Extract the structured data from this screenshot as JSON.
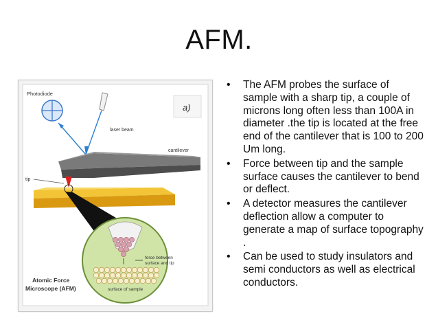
{
  "slide": {
    "title": "AFM.",
    "bullets": [
      "The AFM probes the surface of sample with a sharp tip, a couple of microns long often less than 100A in diameter .the tip is located at the free end of the cantilever that is 100 to 200 Um long.",
      "Force between tip and the sample surface causes the cantilever to bend or deflect.",
      "A detector measures the cantilever deflection allow a computer to generate a map of surface topography .",
      "Can be used to study insulators and semi conductors as well as electrical conductors."
    ],
    "bullet_symbol": "•"
  },
  "figure": {
    "panel_label": "a)",
    "labels": {
      "photodiode": "Photodiode",
      "laser_beam": "laser beam",
      "cantilever": "cantilever",
      "tip": "tip",
      "force_line1": "force between",
      "force_line2": "surface and tip",
      "surface": "surface of sample",
      "caption_line1": "Atomic Force",
      "caption_line2": "Microscope (AFM)"
    },
    "colors": {
      "laser": "#2a7fd1",
      "sample": "#e8b322",
      "cantilever": "#6b6b6b",
      "tip_atoms": "#d7a1ad",
      "surface_atoms": "#f7efcc",
      "zoom_circle": "#cfe4a6"
    }
  }
}
